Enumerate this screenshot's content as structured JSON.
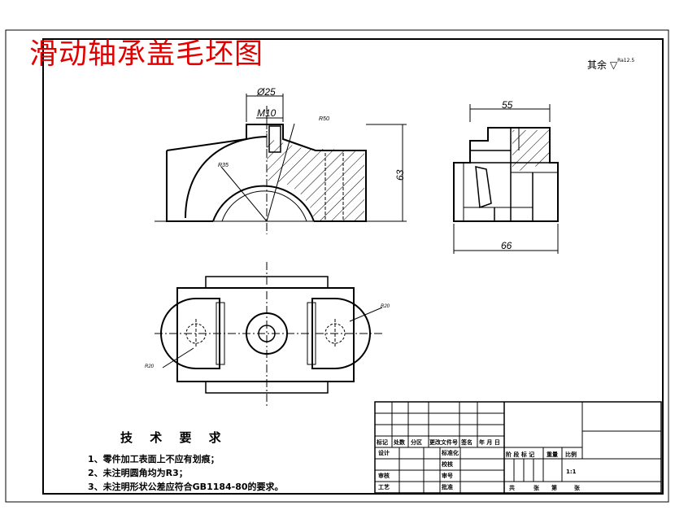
{
  "drawing_title": "滑动轴承盖毛坯图",
  "roughness_note": {
    "label": "其余",
    "value": "Ra12.5"
  },
  "dimensions": {
    "top_width": "Ø25",
    "thread": "M10",
    "r_outer": "R50",
    "r_inner": "R35",
    "height": "63",
    "side_top": "55",
    "side_bottom": "66",
    "r_boss": "R20",
    "r_boss_left": "R20"
  },
  "tech_requirements": {
    "title": "技 术 要 求",
    "items": [
      "1、零件加工表面上不应有划痕；",
      "2、未注明圆角均为R3；",
      "3、未注明形状公差应符合GB1184-80的要求。"
    ]
  },
  "title_block": {
    "header": [
      "标记",
      "处数",
      "分区",
      "更改文件号",
      "签名",
      "年 月 日"
    ],
    "rows": [
      "设计",
      "",
      "审核",
      "工艺"
    ],
    "mid_labels": [
      "标准化",
      "校核",
      "审号",
      "批准"
    ],
    "right_labels": [
      "阶 段 标 记",
      "重量",
      "比例"
    ],
    "scale": "1:1",
    "sheet_info": [
      "共",
      "张",
      "第",
      "张"
    ]
  }
}
